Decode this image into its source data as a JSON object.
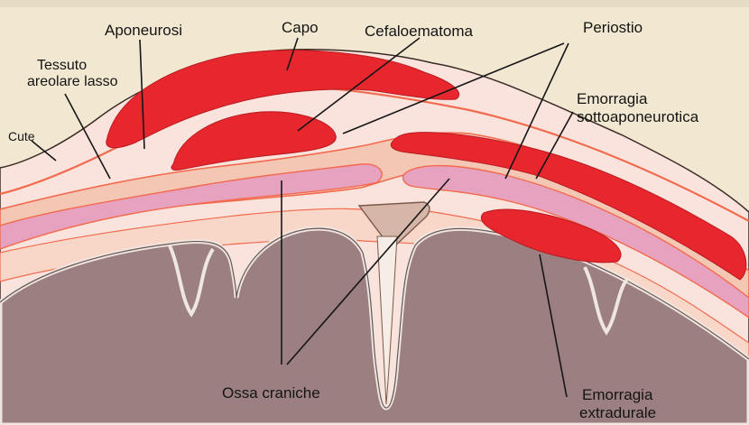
{
  "labels": {
    "aponeurosi": "Aponeurosi",
    "capo": "Capo",
    "cefaloematoma": "Cefaloematoma",
    "periostio": "Periostio",
    "tessuto_line1": "Tessuto",
    "tessuto_line2": "areolare lasso",
    "cute": "Cute",
    "emorragia_sotto_line1": "Emorragia",
    "emorragia_sotto_line2": "sottoaponeurotica",
    "ossa_craniche": "Ossa craniche",
    "emorragia_extra_line1": "Emorragia",
    "emorragia_extra_line2": "extradurale"
  },
  "colors": {
    "background": "#f2e8d2",
    "skin": "#fae3dc",
    "tissue_outline": "#f26a4e",
    "bone_pink": "#e6a2bf",
    "bone_tan": "#e8b496",
    "brain": "#9c7f80",
    "hemorrhage": "#e8262d"
  }
}
